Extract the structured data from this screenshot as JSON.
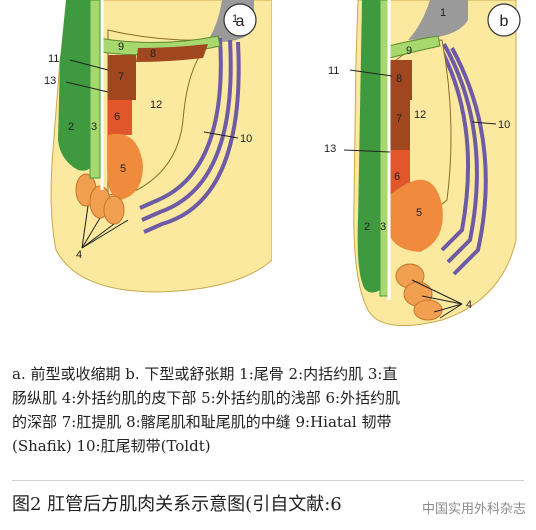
{
  "panels": [
    {
      "letter": "a"
    },
    {
      "letter": "b"
    }
  ],
  "labels": {
    "n1": "1",
    "n2": "2",
    "n3": "3",
    "n4": "4",
    "n5": "5",
    "n6": "6",
    "n7": "7",
    "n8": "8",
    "n9": "9",
    "n10": "10",
    "n11": "11",
    "n12": "12",
    "n13": "13"
  },
  "caption": {
    "line1": "a. 前型或收缩期 b. 下型或舒张期 1:尾骨 2:内括约肌 3:直",
    "line2": "肠纵肌 4:外括约肌的皮下部 5:外括约肌的浅部 6:外括约肌",
    "line3": "的深部 7:肛提肌 8:髂尾肌和耻尾肌的中缝 9:Hiatal 韧带",
    "line4": "(Shafik) 10:肛尾韧带(Toldt)"
  },
  "figure_title": "图2  肛管后方肌肉关系示意图(引自文献:6",
  "watermark": "中国实用外科杂志",
  "colors": {
    "yellow": "#fbe9a0",
    "yellow_edge": "#c9a74a",
    "green_dark": "#3f9a3f",
    "green_light": "#a6d86e",
    "tan": "#c8a24a",
    "brown": "#a0471f",
    "red_orange": "#e2562c",
    "orange": "#f08a3c",
    "purple": "#6e5ba6",
    "gray": "#9a9a9a"
  }
}
